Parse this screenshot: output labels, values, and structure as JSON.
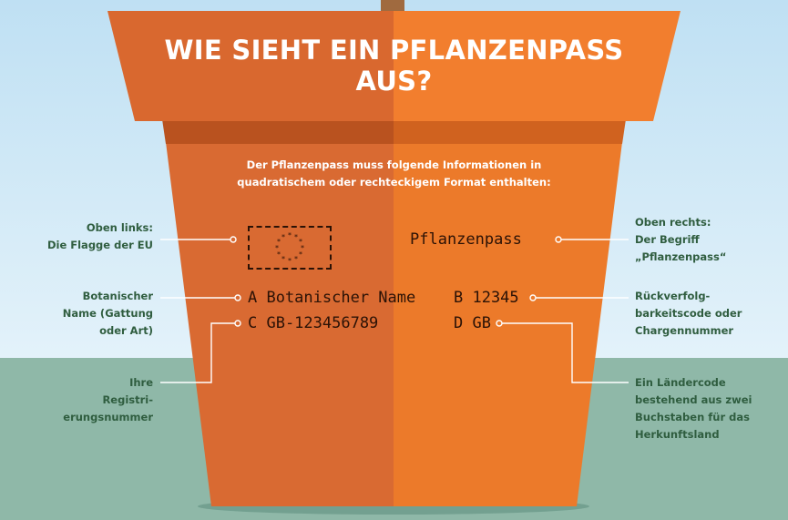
{
  "title": {
    "line1": "WIE SIEHT EIN PFLANZENPASS",
    "line2": "AUS?"
  },
  "intro": {
    "line1": "Der Pflanzenpass muss folgende Informationen in",
    "line2": "quadratischem oder rechteckigem Format enthalten:"
  },
  "passport": {
    "heading": "Pflanzenpass",
    "a": "A Botanischer Name",
    "b": "B 12345",
    "c": "C GB-123456789",
    "d": "D GB"
  },
  "labels": {
    "flag": [
      "Oben links:",
      "Die Flagge der EU"
    ],
    "term": [
      "Oben rechts:",
      "Der Begriff",
      "„Pflanzenpass“"
    ],
    "botanical": [
      "Botanischer",
      "Name (Gattung",
      "oder Art)"
    ],
    "trace": [
      "Rückverfolg-",
      "barkeitscode oder",
      "Chargennummer"
    ],
    "registration": [
      "Ihre",
      "Registri-",
      "erungsnummer"
    ],
    "country": [
      "Ein Ländercode",
      "bestehend aus zwei",
      "Buchstaben für das",
      "Herkunftsland"
    ]
  },
  "colors": {
    "sky": "#c9e6f5",
    "ground": "#8fb8a8",
    "pot_left": "#d96a32",
    "pot_right": "#f07b2c",
    "rim_left": "#d9682f",
    "rim_right": "#f27e2e",
    "label_text": "#2f5d3f"
  }
}
